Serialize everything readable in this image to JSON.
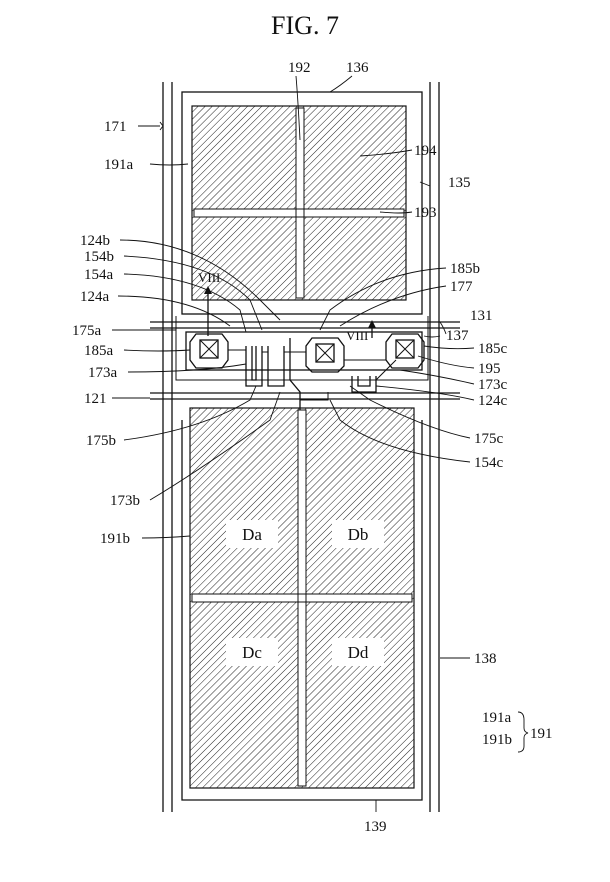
{
  "figure_title": "FIG. 7",
  "labels": {
    "l192": "192",
    "l136": "136",
    "l171": "171",
    "l191a": "191a",
    "l194": "194",
    "l135": "135",
    "l193": "193",
    "l124b": "124b",
    "l154b": "154b",
    "l154a": "154a",
    "l124a": "124a",
    "l185b": "185b",
    "l177": "177",
    "l131": "131",
    "l137": "137",
    "l175a": "175a",
    "l185a": "185a",
    "l173a": "173a",
    "l121": "121",
    "l185c": "185c",
    "l195": "195",
    "l173c": "173c",
    "l124c": "124c",
    "l175c": "175c",
    "l154c": "154c",
    "l175b": "175b",
    "l173b": "173b",
    "l191b": "191b",
    "l138": "138",
    "l139": "139",
    "viii_left": "VIII",
    "viii_right": "VIII",
    "da": "Da",
    "db": "Db",
    "dc": "Dc",
    "dd": "Dd",
    "legend_a": "191a",
    "legend_b": "191b",
    "legend_sum": "191"
  }
}
